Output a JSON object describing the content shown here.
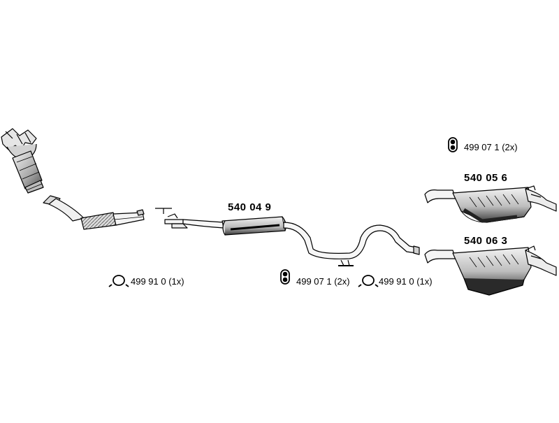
{
  "diagram": {
    "parts": [
      {
        "number": "540 04 9"
      },
      {
        "number": "540 05 6"
      },
      {
        "number": "540 06 3"
      }
    ],
    "accessories": [
      {
        "label": "499 91 0 (1x)",
        "icon": "clamp-ring-icon"
      },
      {
        "label": "499 07 1 (2x)",
        "icon": "rubber-hanger-icon"
      },
      {
        "label": "499 91 0 (1x)",
        "icon": "clamp-ring-icon"
      },
      {
        "label": "499 07 1 (2x)",
        "icon": "rubber-hanger-icon"
      }
    ],
    "colors": {
      "line": "#000000",
      "shade": "#7a7a7a",
      "fill": "#ffffff"
    }
  }
}
